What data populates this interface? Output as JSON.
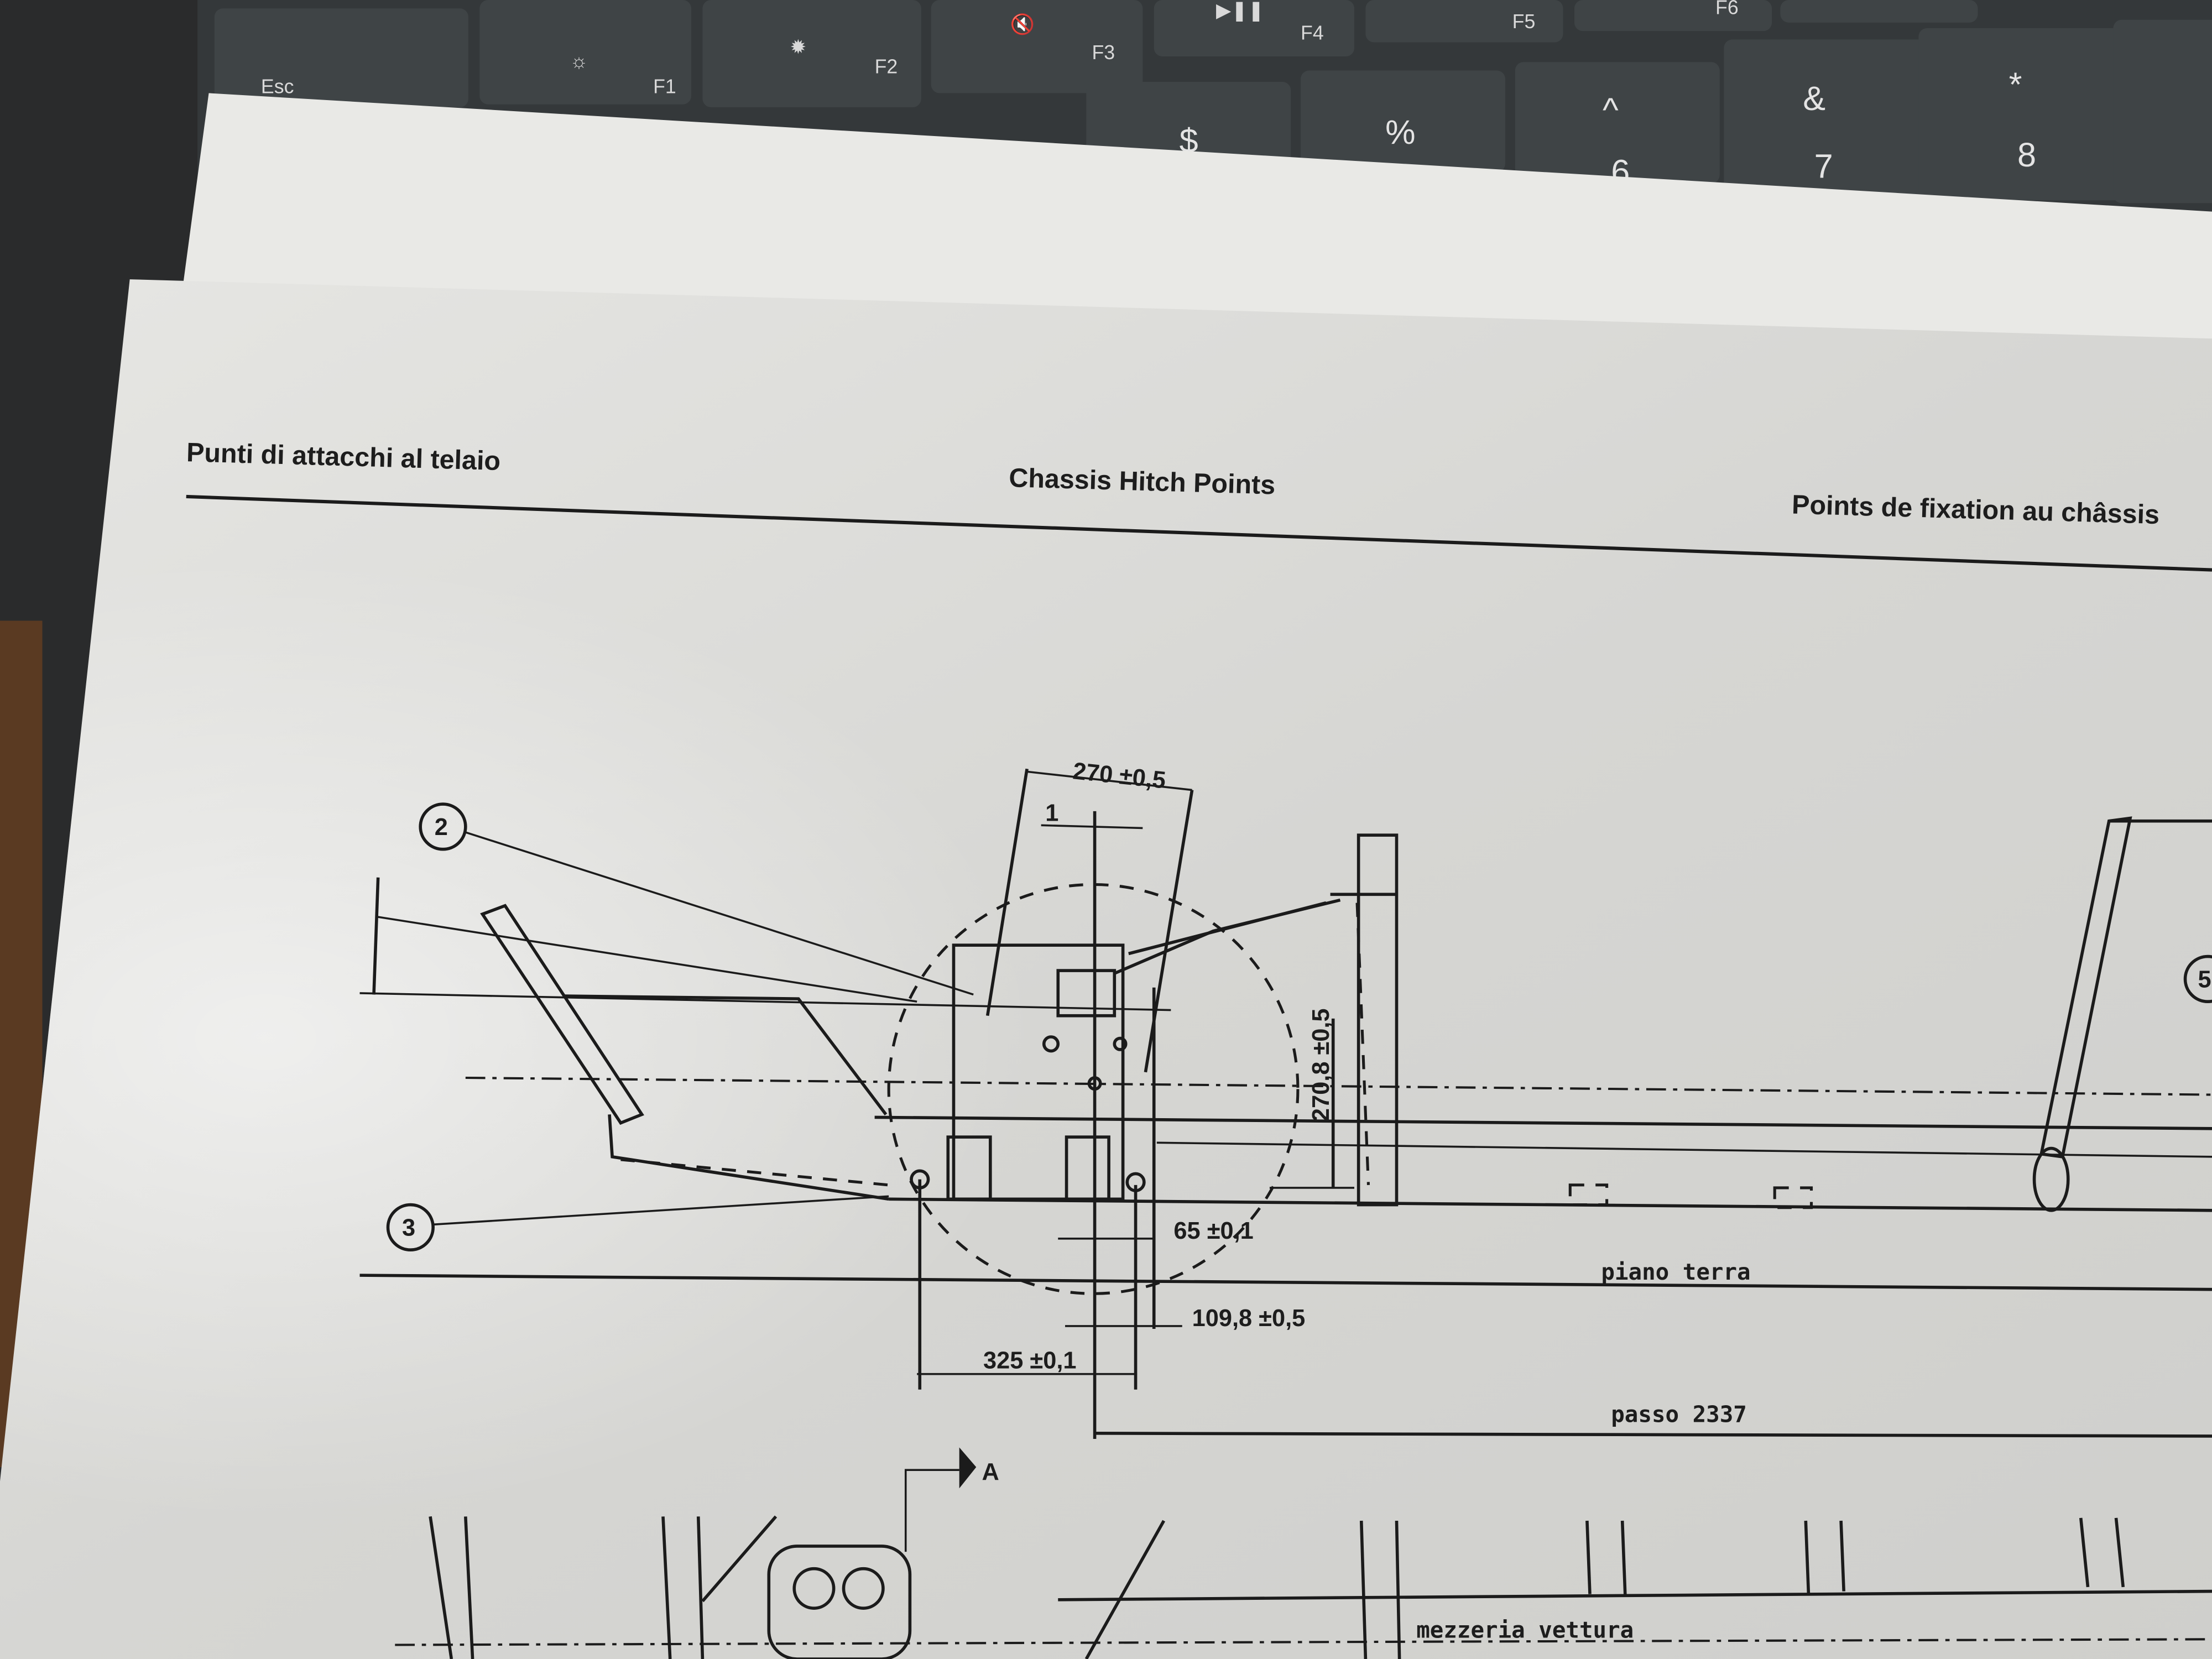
{
  "keyboard": {
    "top_row": [
      "Esc",
      "F1",
      "F2",
      "F3",
      "F4",
      "F5",
      "F6"
    ],
    "number_row": [
      {
        "shift": "$",
        "main": ""
      },
      {
        "shift": "%",
        "main": ""
      },
      {
        "shift": "^",
        "main": "6"
      },
      {
        "shift": "&",
        "main": "7"
      },
      {
        "shift": "*",
        "main": "8"
      }
    ]
  },
  "document": {
    "header_left": "Punti di attacchi al telaio",
    "header_center": "Chassis Hitch Points",
    "header_right": "Points de fixation au châssis",
    "callouts": [
      "2",
      "3",
      "5"
    ],
    "dimensions": {
      "width_top": "270 ±0,5",
      "offset": "1",
      "height": "270,8 ±0,5",
      "d65": "65 ±0,1",
      "d109": "109,8 ±0,5",
      "d325": "325 ±0,1"
    },
    "labels": {
      "ground": "piano terra",
      "wheelbase": "passo 2337",
      "section": "A",
      "centerline": "mezzeria vettura"
    }
  },
  "colors": {
    "paper": "#dcdcd9",
    "ink": "#1b1b1b",
    "keyboard": "#3a3d3f",
    "desk": "#2a2b2c"
  }
}
